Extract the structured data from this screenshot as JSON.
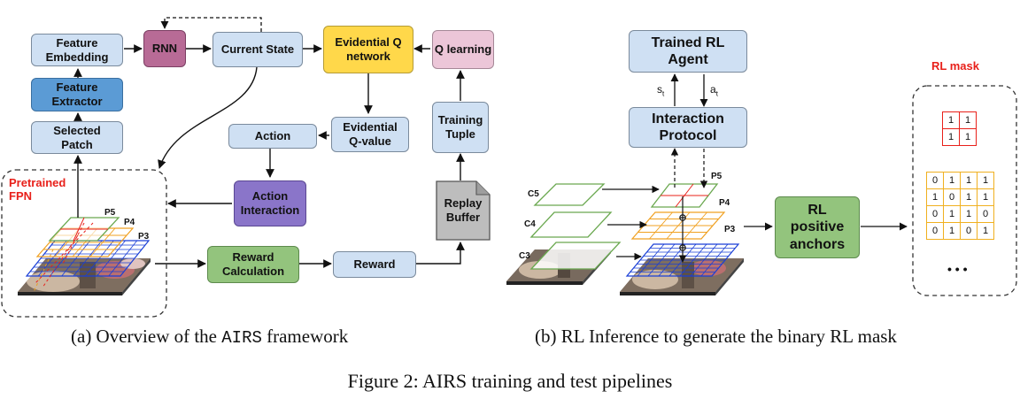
{
  "panel_a": {
    "boxes": {
      "feature_embedding": "Feature\nEmbedding",
      "feature_extractor": "Feature\nExtractor",
      "selected_patch": "Selected\nPatch",
      "rnn": "RNN",
      "current_state": "Current State",
      "evidential_q_network": "Evidential Q\nnetwork",
      "q_learning": "Q learning",
      "action": "Action",
      "evidential_q_value": "Evidential\nQ-value",
      "training_tuple": "Training\nTuple",
      "action_interaction": "Action\nInteraction",
      "replay_buffer": "Replay\nBuffer",
      "reward_calculation": "Reward\nCalculation",
      "reward": "Reward"
    },
    "fpn_label": "Pretrained\nFPN",
    "level_labels": [
      "P5",
      "P4",
      "P3"
    ],
    "caption_prefix": "(a) Overview of the ",
    "caption_code": "AIRS",
    "caption_suffix": " framework"
  },
  "panel_b": {
    "boxes": {
      "trained_rl_agent": "Trained RL\nAgent",
      "interaction_protocol": "Interaction\nProtocol",
      "rl_positive_anchors": "RL\npositive\nanchors"
    },
    "state_symbol": "s",
    "state_subscript": "t",
    "action_symbol": "a",
    "action_subscript": "t",
    "c_labels": [
      "C5",
      "C4",
      "C3"
    ],
    "p_labels": [
      "P5",
      "P4",
      "P3"
    ],
    "rl_mask_label": "RL mask",
    "mask_red_grid": [
      [
        "1",
        "1"
      ],
      [
        "1",
        "1"
      ]
    ],
    "mask_yellow_grid": [
      [
        "0",
        "1",
        "1",
        "1"
      ],
      [
        "1",
        "0",
        "1",
        "1"
      ],
      [
        "0",
        "1",
        "1",
        "0"
      ],
      [
        "0",
        "1",
        "0",
        "1"
      ]
    ],
    "ellipsis": "• • •",
    "caption": "(b) RL Inference to generate the binary RL mask"
  },
  "figure_caption": "Figure 2:  AIRS training and test pipelines",
  "colors": {
    "light_blue": "#cfe0f3",
    "dark_blue": "#5b9bd5",
    "rnn_purple": "#b86b96",
    "action_purple": "#8a75c9",
    "q_yellow": "#ffd84a",
    "q_learning_pink": "#ecc6d8",
    "green": "#93c47d",
    "red_label": "#e8201a"
  }
}
